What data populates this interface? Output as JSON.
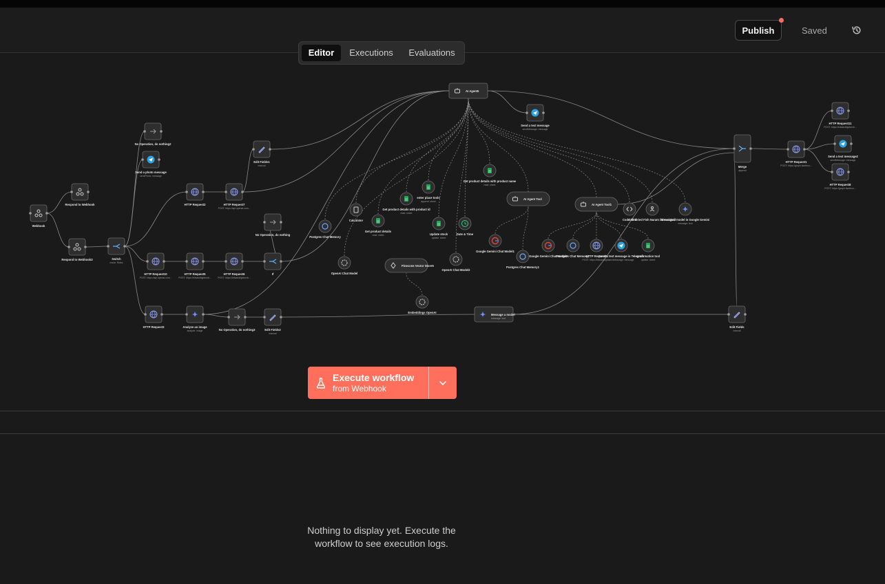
{
  "header": {
    "publish_label": "Publish",
    "saved_label": "Saved",
    "history_icon": "history-icon"
  },
  "tabs": [
    {
      "label": "Editor",
      "active": true
    },
    {
      "label": "Executions",
      "active": false
    },
    {
      "label": "Evaluations",
      "active": false
    }
  ],
  "execute": {
    "line1": "Execute workflow",
    "line2": "from Webhook",
    "icon": "flask-icon",
    "dropdown_icon": "chevron-down-icon"
  },
  "logs": {
    "empty_line1": "Nothing to display yet. Execute the",
    "empty_line2": "workflow to see execution logs."
  },
  "colors": {
    "accent": "#ff6f5c",
    "background": "#1a1a1a",
    "node": "#2e2e2e",
    "edge": "#8a8a8a"
  },
  "nodes": [
    {
      "id": "webhook",
      "label": "Webhook",
      "sub": "",
      "icon": "webhook"
    },
    {
      "id": "resp1",
      "label": "Respond to Webhook",
      "sub": "",
      "icon": "webhook"
    },
    {
      "id": "resp3",
      "label": "Respond to Webhook3",
      "sub": "",
      "icon": "webhook"
    },
    {
      "id": "switch",
      "label": "Switch",
      "sub": "mode: Rules",
      "icon": "switch"
    },
    {
      "id": "noop2",
      "label": "No Operation, do nothing2",
      "sub": "",
      "icon": "arrow"
    },
    {
      "id": "photo",
      "label": "Send a photo message",
      "sub": "sendPhoto: message",
      "icon": "telegram"
    },
    {
      "id": "http2",
      "label": "HTTP Request2",
      "sub": "",
      "icon": "globe"
    },
    {
      "id": "http7",
      "label": "HTTP Request7",
      "sub": "POST: https://api.openai.com...",
      "icon": "globe"
    },
    {
      "id": "edit1",
      "label": "Edit Fields1",
      "sub": "manual",
      "icon": "pencil"
    },
    {
      "id": "noop",
      "label": "No Operation, do nothing",
      "sub": "",
      "icon": "arrow"
    },
    {
      "id": "http10",
      "label": "HTTP Request10",
      "sub": "POST: https://api.openai.com...",
      "icon": "globe"
    },
    {
      "id": "http5",
      "label": "HTTP Request5",
      "sub": "POST: https://bitsandlightmob...",
      "icon": "globe"
    },
    {
      "id": "http6",
      "label": "HTTP Request6",
      "sub": "POST: https://bitsandlightmob...",
      "icon": "globe"
    },
    {
      "id": "if",
      "label": "If",
      "sub": "",
      "icon": "switch"
    },
    {
      "id": "http3",
      "label": "HTTP Request3",
      "sub": "",
      "icon": "globe"
    },
    {
      "id": "analyze",
      "label": "Analyze an image",
      "sub": "analyze: image",
      "icon": "gemini"
    },
    {
      "id": "noop3",
      "label": "No Operation, do nothing3",
      "sub": "",
      "icon": "arrow"
    },
    {
      "id": "edit2",
      "label": "Edit Fields2",
      "sub": "manual",
      "icon": "pencil"
    },
    {
      "id": "agent",
      "label": "AI Agent5",
      "sub": "",
      "icon": "robot"
    },
    {
      "id": "sendtext",
      "label": "Send a text message",
      "sub": "sendMessage: message",
      "icon": "telegram"
    },
    {
      "id": "pgmem",
      "label": "Postgres Chat Memory",
      "sub": "",
      "icon": "elephant"
    },
    {
      "id": "calc",
      "label": "Calculator",
      "sub": "",
      "icon": "calc"
    },
    {
      "id": "oai",
      "label": "OpenAI Chat Model",
      "sub": "",
      "icon": "openai"
    },
    {
      "id": "gpd",
      "label": "Get product details",
      "sub": "read: sheet",
      "icon": "sheets"
    },
    {
      "id": "gpid",
      "label": "Get product details with product id",
      "sub": "read: sheet",
      "icon": "sheets"
    },
    {
      "id": "eptools",
      "label": "enter place tools",
      "sub": "append: sheet",
      "icon": "sheets"
    },
    {
      "id": "upstock",
      "label": "Update stock",
      "sub": "update: sheet",
      "icon": "sheets"
    },
    {
      "id": "datetime",
      "label": "Date & Time",
      "sub": "",
      "icon": "clock"
    },
    {
      "id": "oai2",
      "label": "OpenAI Chat Model2",
      "sub": "",
      "icon": "openai"
    },
    {
      "id": "gpname",
      "label": "Get product details with product name",
      "sub": "read: sheet",
      "icon": "sheets"
    },
    {
      "id": "pinecone",
      "label": "Pinecone Vector Store5",
      "sub": "",
      "icon": "pinecone"
    },
    {
      "id": "embed",
      "label": "Embeddings OpenAI",
      "sub": "",
      "icon": "openai"
    },
    {
      "id": "aitool",
      "label": "AI Agent Tool",
      "sub": "",
      "icon": "robot"
    },
    {
      "id": "gemini1",
      "label": "Google Gemini Chat Model1",
      "sub": "",
      "icon": "google"
    },
    {
      "id": "pgmem1",
      "label": "Postgres Chat Memory1",
      "sub": "",
      "icon": "elephant"
    },
    {
      "id": "aitool1",
      "label": "AI Agent Tool1",
      "sub": "",
      "icon": "robot"
    },
    {
      "id": "code",
      "label": "Code Tool",
      "sub": "",
      "icon": "code"
    },
    {
      "id": "callfind",
      "label": "Call 'Dried Fish Naram ibi tool Call'",
      "sub": "",
      "icon": "subflow"
    },
    {
      "id": "msggem",
      "label": "Message a model in Google Gemini",
      "sub": "message: text",
      "icon": "gemini"
    },
    {
      "id": "gemini2",
      "label": "Google Gemini Chat Model2",
      "sub": "",
      "icon": "google"
    },
    {
      "id": "pgmem2",
      "label": "Postgres Chat Memory2",
      "sub": "",
      "icon": "elephant"
    },
    {
      "id": "http9",
      "label": "HTTP Request9",
      "sub": "POST: https://bitsandlight...",
      "icon": "globe"
    },
    {
      "id": "sendtg",
      "label": "Send a text message in Telegram",
      "sub": "sendMessage: message",
      "icon": "telegram"
    },
    {
      "id": "confirm",
      "label": "confirmation tool",
      "sub": "update: sheet",
      "icon": "sheets"
    },
    {
      "id": "msgmodel",
      "label": "Message a model",
      "sub": "message: text",
      "icon": "gemini"
    },
    {
      "id": "merge",
      "label": "Merge",
      "sub": "append",
      "icon": "merge"
    },
    {
      "id": "editf",
      "label": "Edit Fields",
      "sub": "manual",
      "icon": "pencil"
    },
    {
      "id": "http1",
      "label": "HTTP Request1",
      "sub": "POST: https://graph.faceboo...",
      "icon": "globe"
    },
    {
      "id": "http11",
      "label": "HTTP Request11",
      "sub": "POST: https://bitsandlightmob...",
      "icon": "globe"
    },
    {
      "id": "sendtext2",
      "label": "Send a text message2",
      "sub": "sendMessage: message",
      "icon": "telegram"
    },
    {
      "id": "http8",
      "label": "HTTP Request8",
      "sub": "POST: https://graph.faceboo...",
      "icon": "globe"
    }
  ]
}
